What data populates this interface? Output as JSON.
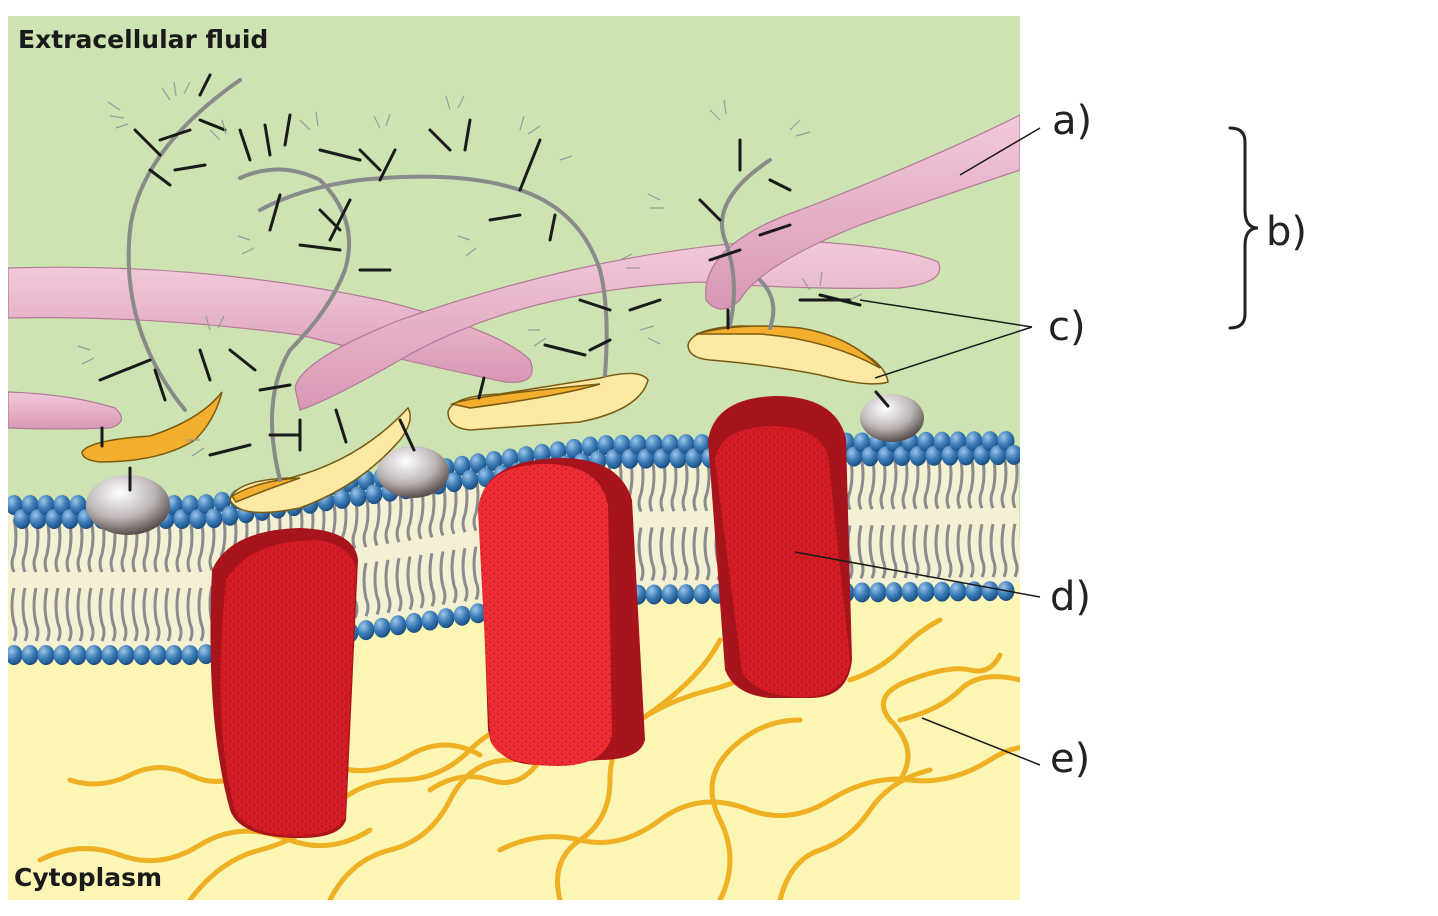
{
  "regions": {
    "top": "Extracellular fluid",
    "bottom": "Cytoplasm"
  },
  "labels": {
    "a": "a)",
    "b": "b)",
    "c": "c)",
    "d": "d)",
    "e": "e)"
  },
  "colors": {
    "extracellular": "#cde3b2",
    "cytoplasm": "#fbf6b4",
    "phospholipid_head": "#3d7fba",
    "lipid_tail": "#8c8c8c",
    "protein": "#d51c24",
    "protein_edge": "#a8141b",
    "protein_face": "#ed2d33",
    "glycoprotein_chain": "#e9b6cb",
    "glycolipid_base_orange": "#f2ae2c",
    "glycolipid_base_yellow": "#fbe9a4",
    "cholesterol": "#d9d4d4",
    "cytoskeleton": "#efb024",
    "sugar_branch": "#8a8a8a"
  }
}
